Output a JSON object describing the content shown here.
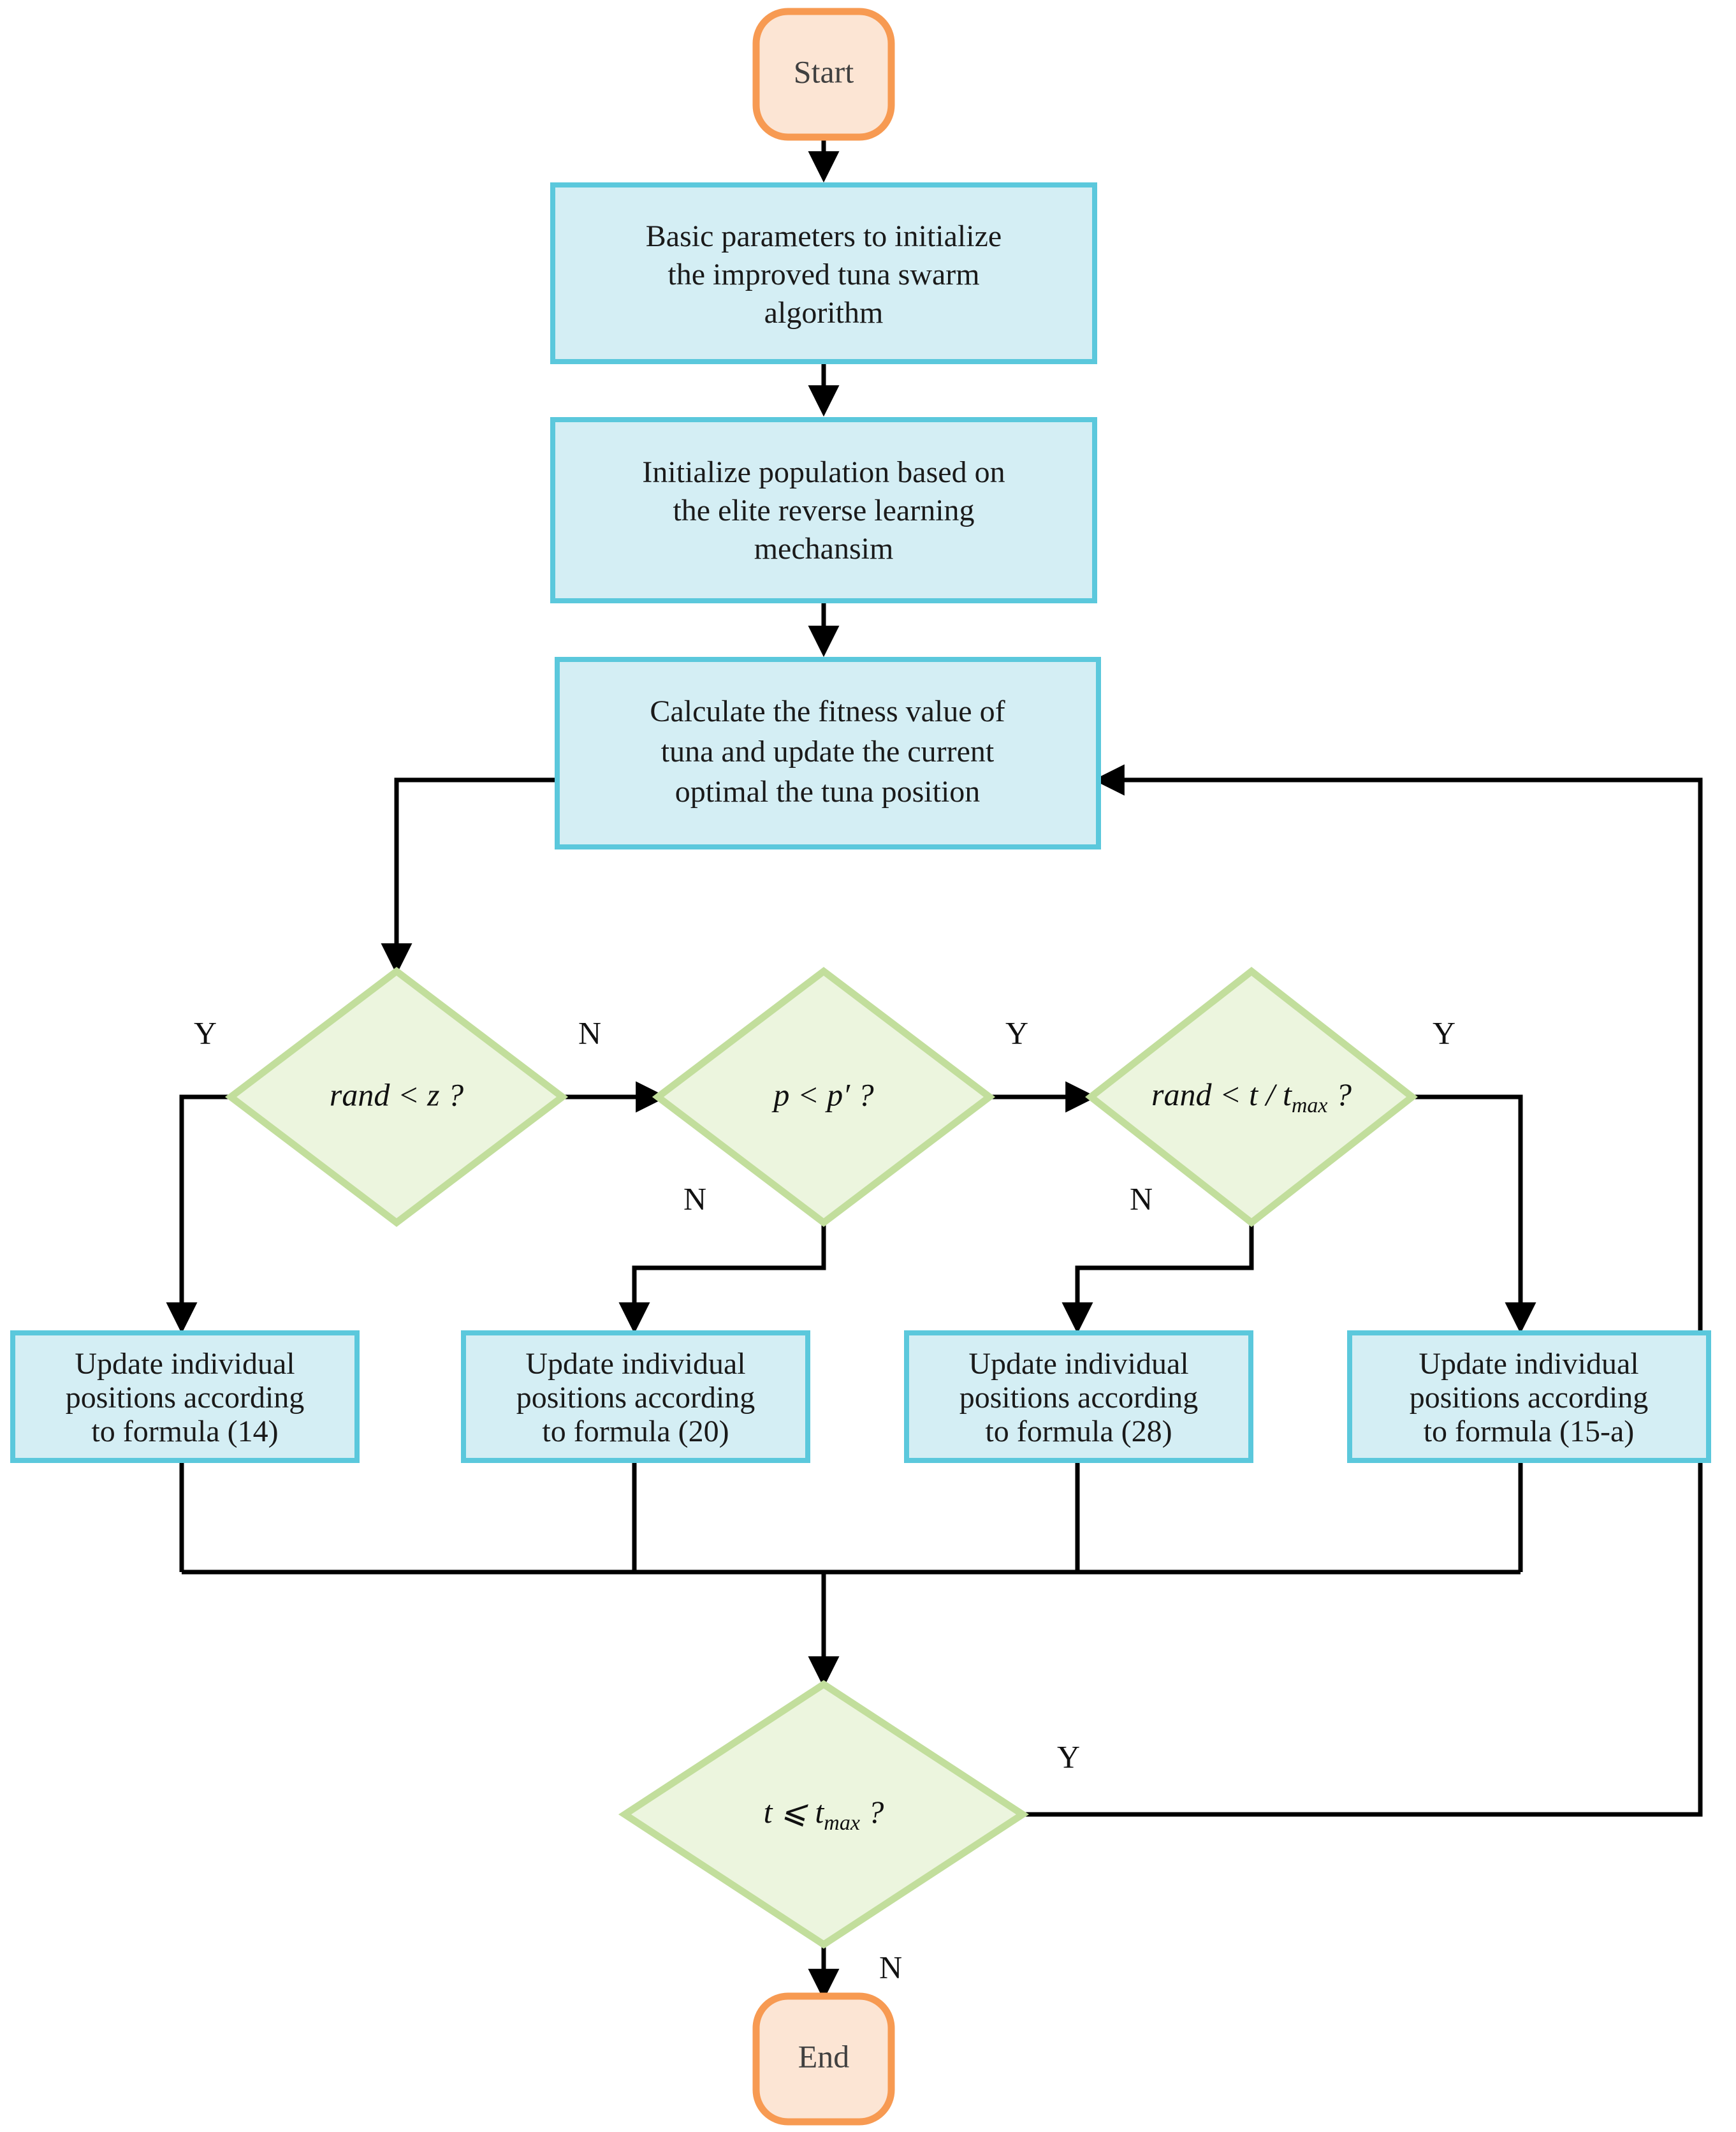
{
  "diagram": {
    "title": "Improved tuna swarm algorithm flowchart",
    "type": "flowchart",
    "colors": {
      "terminal_fill": "#FCE5D4",
      "terminal_stroke": "#F79A52",
      "process_fill": "#D4EEF4",
      "process_stroke": "#5BC8DC",
      "decision_fill": "#ECF5DE",
      "decision_stroke": "#C2DE9C",
      "edge": "#000000",
      "text": "#111111",
      "background": "#FFFFFF"
    }
  },
  "nodes": {
    "start": {
      "label": "Start",
      "shape": "terminal"
    },
    "init_params": {
      "line1": "Basic parameters to initialize",
      "line2": "the improved tuna swarm",
      "line3": "algorithm",
      "shape": "process"
    },
    "init_population": {
      "line1": "Initialize population based on",
      "line2": "the elite reverse learning",
      "line3": "mechansim",
      "shape": "process"
    },
    "calc_fitness": {
      "line1": "Calculate the fitness value of",
      "line2": "tuna and update the current",
      "line3": "optimal the tuna position",
      "shape": "process"
    },
    "decision_rand_z": {
      "expr_prefix": "rand",
      "expr_op": "< z ?",
      "full": "rand < z ?",
      "shape": "decision"
    },
    "decision_p_pprime": {
      "full": "p < p′ ?",
      "shape": "decision"
    },
    "decision_rand_t": {
      "expr_prefix": "rand < t / t",
      "expr_sub": "max",
      "expr_suffix": " ?",
      "full": "rand < t / tmax ?",
      "shape": "decision"
    },
    "decision_t_tmax": {
      "expr_prefix": "t ⩽ t",
      "expr_sub": "max",
      "expr_suffix": " ?",
      "full": "t ⩽ tmax ?",
      "shape": "decision"
    },
    "update_14": {
      "line1": "Update individual",
      "line2": "positions according",
      "line3": "to formula (14)",
      "shape": "process"
    },
    "update_20": {
      "line1": "Update individual",
      "line2": "positions according",
      "line3": "to formula (20)",
      "shape": "process"
    },
    "update_28": {
      "line1": "Update individual",
      "line2": "positions according",
      "line3": "to formula (28)",
      "shape": "process"
    },
    "update_15a": {
      "line1": "Update individual",
      "line2": "positions according",
      "line3": "to formula (15-a)",
      "shape": "process"
    },
    "end": {
      "label": "End",
      "shape": "terminal"
    }
  },
  "branch_labels": {
    "d1_yes": "Y",
    "d1_no": "N",
    "d2_yes": "Y",
    "d2_no": "N",
    "d3_yes": "Y",
    "d3_no": "N",
    "d4_yes": "Y",
    "d4_no": "N"
  },
  "edges": [
    {
      "from": "start",
      "to": "init_params",
      "label": ""
    },
    {
      "from": "init_params",
      "to": "init_population",
      "label": ""
    },
    {
      "from": "init_population",
      "to": "calc_fitness",
      "label": ""
    },
    {
      "from": "calc_fitness",
      "to": "decision_rand_z",
      "label": ""
    },
    {
      "from": "decision_rand_z",
      "to": "update_14",
      "label": "Y"
    },
    {
      "from": "decision_rand_z",
      "to": "decision_p_pprime",
      "label": "N"
    },
    {
      "from": "decision_p_pprime",
      "to": "update_20",
      "label": "N"
    },
    {
      "from": "decision_p_pprime",
      "to": "decision_rand_t",
      "label": "Y"
    },
    {
      "from": "decision_rand_t",
      "to": "update_28",
      "label": "N"
    },
    {
      "from": "decision_rand_t",
      "to": "update_15a",
      "label": "Y"
    },
    {
      "from": "update_14",
      "to": "decision_t_tmax",
      "label": ""
    },
    {
      "from": "update_20",
      "to": "decision_t_tmax",
      "label": ""
    },
    {
      "from": "update_28",
      "to": "decision_t_tmax",
      "label": ""
    },
    {
      "from": "update_15a",
      "to": "decision_t_tmax",
      "label": ""
    },
    {
      "from": "decision_t_tmax",
      "to": "calc_fitness",
      "label": "Y"
    },
    {
      "from": "decision_t_tmax",
      "to": "end",
      "label": "N"
    }
  ]
}
